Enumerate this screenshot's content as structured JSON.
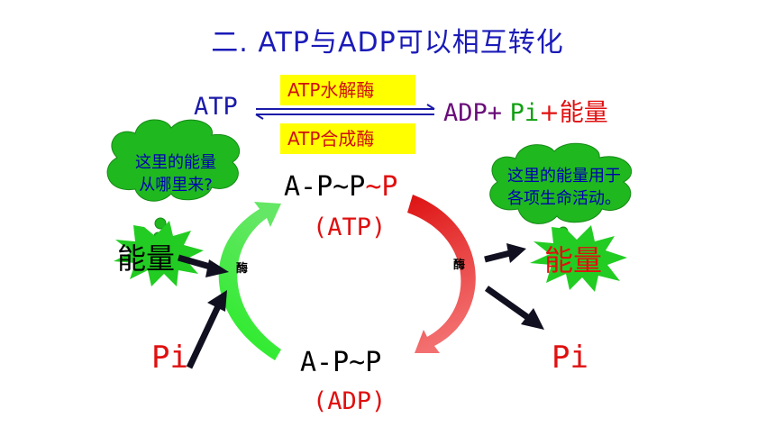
{
  "title": "二. ATP与ADP可以相互转化",
  "equation": {
    "left": "ATP",
    "right_adp": "ADP+",
    "right_pi": "Pi",
    "right_plus": "+",
    "right_energy": "能量",
    "enzyme_top": "ATP水解酶",
    "enzyme_bottom": "ATP合成酶"
  },
  "cycle": {
    "atp_formula_main": "A-P~P",
    "atp_formula_last": "~P",
    "atp_label": "(ATP)",
    "adp_formula": "A-P~P",
    "adp_label": "(ADP)",
    "enzyme_left": "酶",
    "enzyme_right": "酶",
    "energy_left": "能量",
    "energy_right": "能量",
    "pi_left": "Pi",
    "pi_right": "Pi"
  },
  "clouds": {
    "left_line1": "这里的能量",
    "left_line2": "从哪里来?",
    "right_line1": "这里的能量用于",
    "right_line2": "各项生命活动。"
  },
  "colors": {
    "title": "#1a1ab8",
    "enzyme_box": "#ffff00",
    "cloud": "#1fb81f",
    "burst": "#22cc22",
    "arrow_green": "#22dd22",
    "arrow_red": "#dd1111",
    "accent_red": "#e01010"
  }
}
